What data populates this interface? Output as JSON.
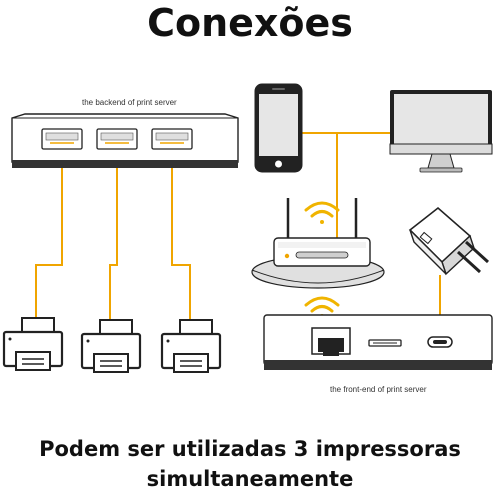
{
  "title": "Conexões",
  "caption_line1": "Podem ser utilizadas 3 impressoras",
  "caption_line2": "simultaneamente",
  "backend_label": "the backend of print server",
  "frontend_label": "the front-end of print server",
  "colors": {
    "cable": "#f0a500",
    "wifi": "#f0b400",
    "device_body": "#ffffff",
    "outline": "#222222",
    "dark": "#333333"
  },
  "icons": [
    "print-server-back-icon",
    "printer-icon",
    "smartphone-icon",
    "monitor-icon",
    "router-icon",
    "power-adapter-icon",
    "print-server-front-icon",
    "wifi-icon"
  ]
}
